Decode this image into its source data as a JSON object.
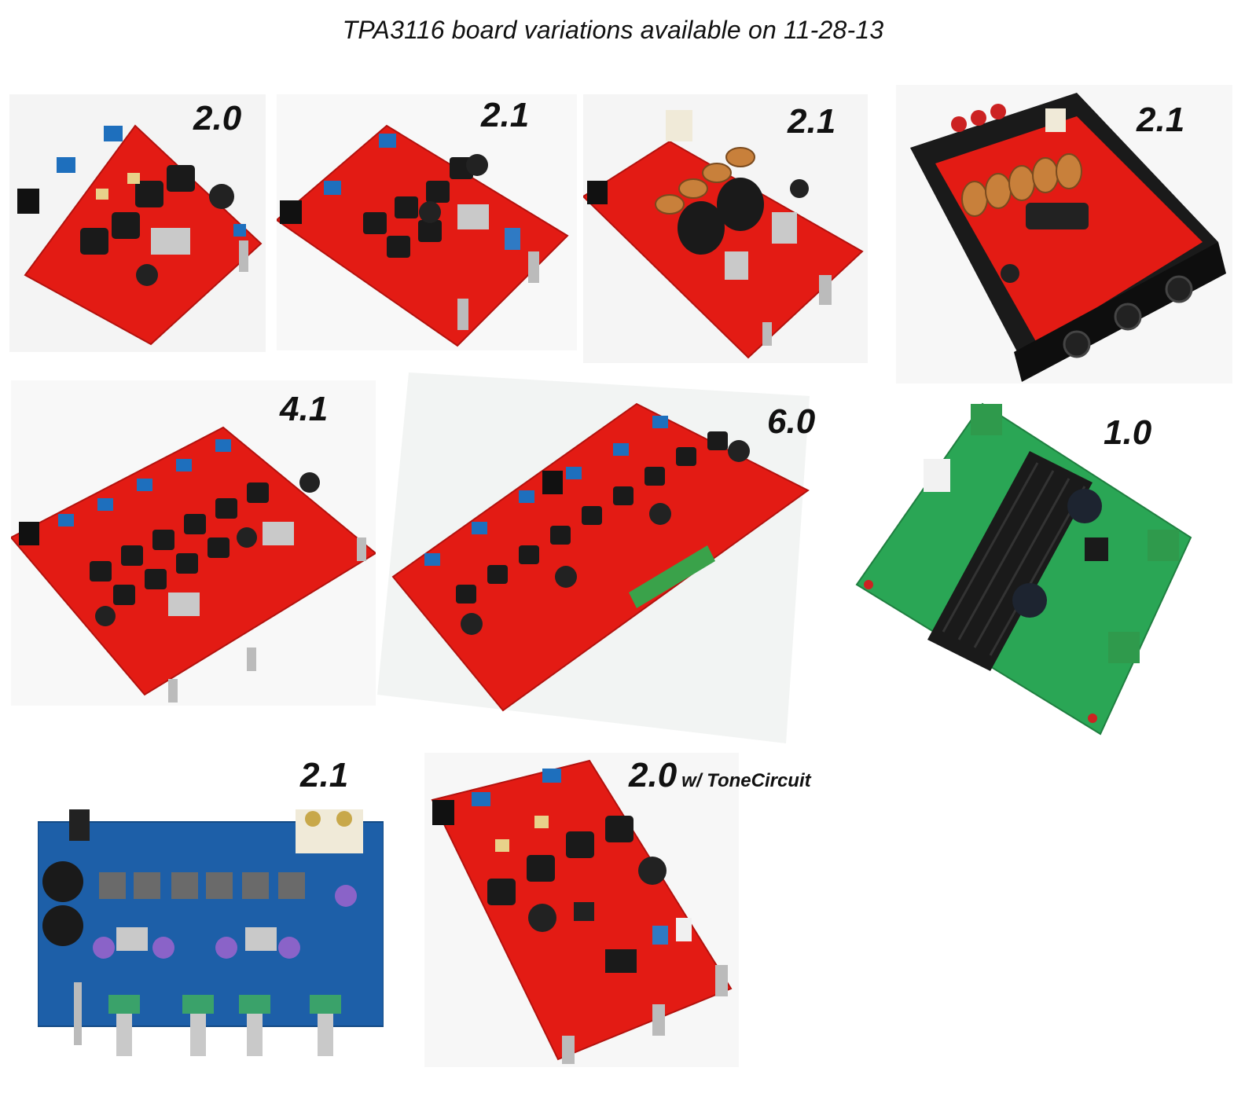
{
  "title": "TPA3116 board variations available on 11-28-13",
  "boards": [
    {
      "label": "2.0",
      "color": "#e31b14"
    },
    {
      "label": "2.1",
      "color": "#e31b14"
    },
    {
      "label": "2.1",
      "color": "#e31b14"
    },
    {
      "label": "2.1",
      "color": "#111111"
    },
    {
      "label": "4.1",
      "color": "#e31b14"
    },
    {
      "label": "6.0",
      "color": "#e31b14"
    },
    {
      "label": "1.0",
      "color": "#2aa655"
    },
    {
      "label": "2.1",
      "color": "#1d5fa8"
    },
    {
      "label": "2.0",
      "suffix": "w/ ToneCircuit",
      "color": "#e31b14"
    }
  ]
}
